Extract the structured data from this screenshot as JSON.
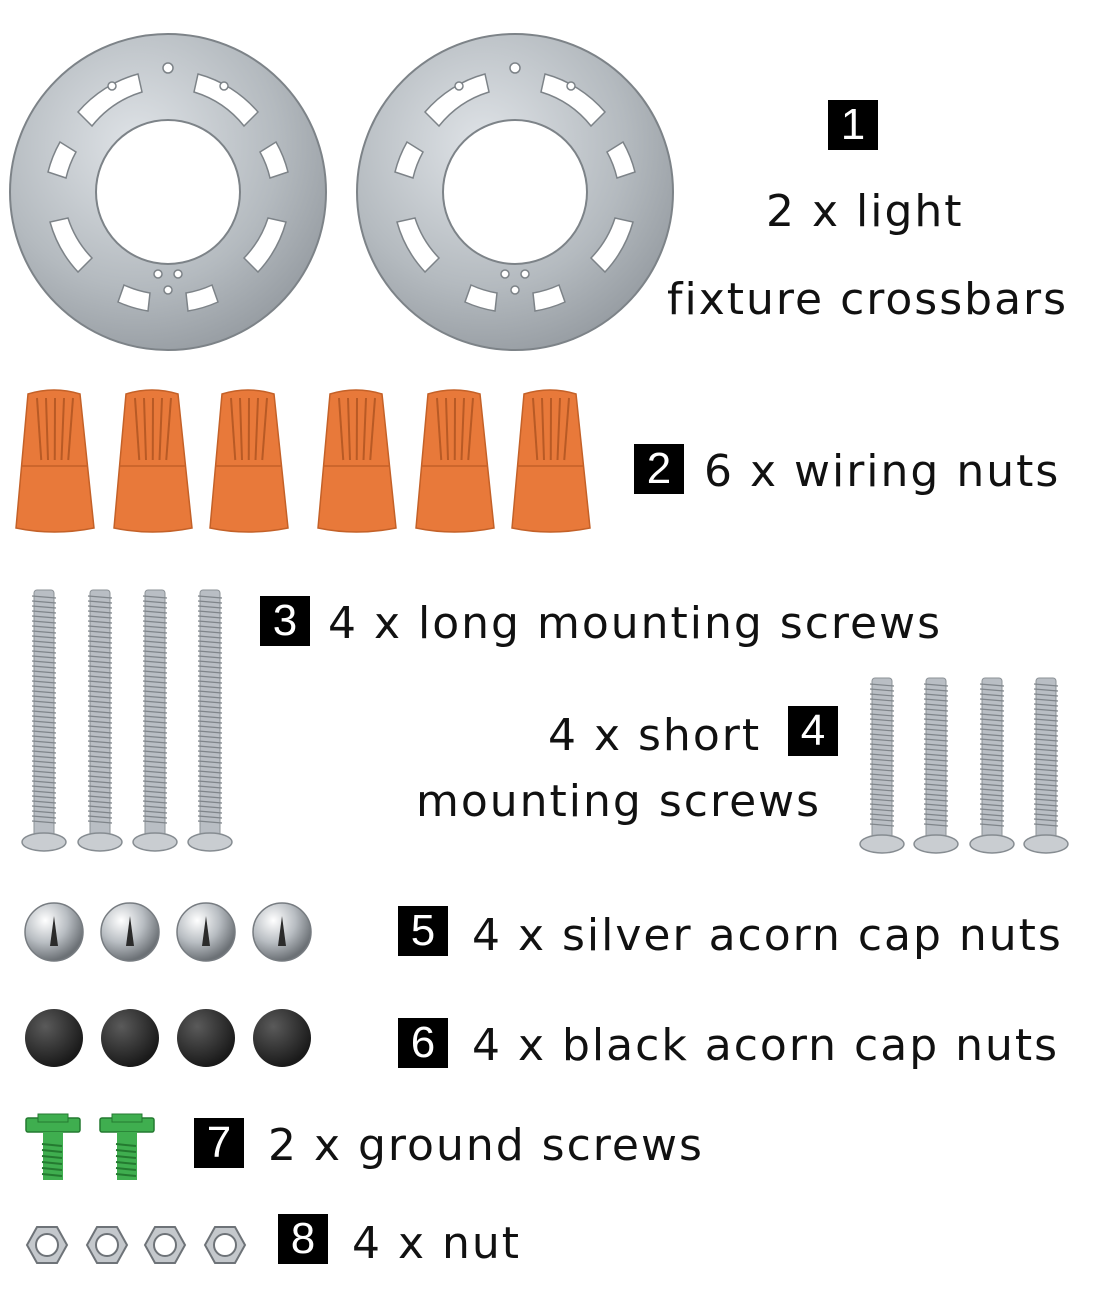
{
  "items": [
    {
      "number": "1",
      "line1": "2 x light",
      "line2": "fixture crossbars"
    },
    {
      "number": "2",
      "text": "6 x wiring nuts"
    },
    {
      "number": "3",
      "text": "4 x long mounting screws"
    },
    {
      "number": "4",
      "line1": "4 x short",
      "line2": "mounting screws"
    },
    {
      "number": "5",
      "text": "4 x silver acorn cap nuts"
    },
    {
      "number": "6",
      "text": "4 x black acorn cap nuts"
    },
    {
      "number": "7",
      "text": "2 x ground screws"
    },
    {
      "number": "8",
      "text": "4 x nut"
    }
  ],
  "icons": {
    "crossbar": "crossbar-plate-icon",
    "wiring_nut": "wiring-nut-icon",
    "long_screw": "long-screw-icon",
    "short_screw": "short-screw-icon",
    "silver_cap": "silver-acorn-nut-icon",
    "black_cap": "black-acorn-nut-icon",
    "ground_screw": "ground-screw-icon",
    "hex_nut": "hex-nut-icon"
  },
  "colors": {
    "steel": "#b9bec4",
    "orange": "#e8793a",
    "green": "#3fae4f",
    "black_cap": "#2c2c2c",
    "badge": "#000000"
  }
}
